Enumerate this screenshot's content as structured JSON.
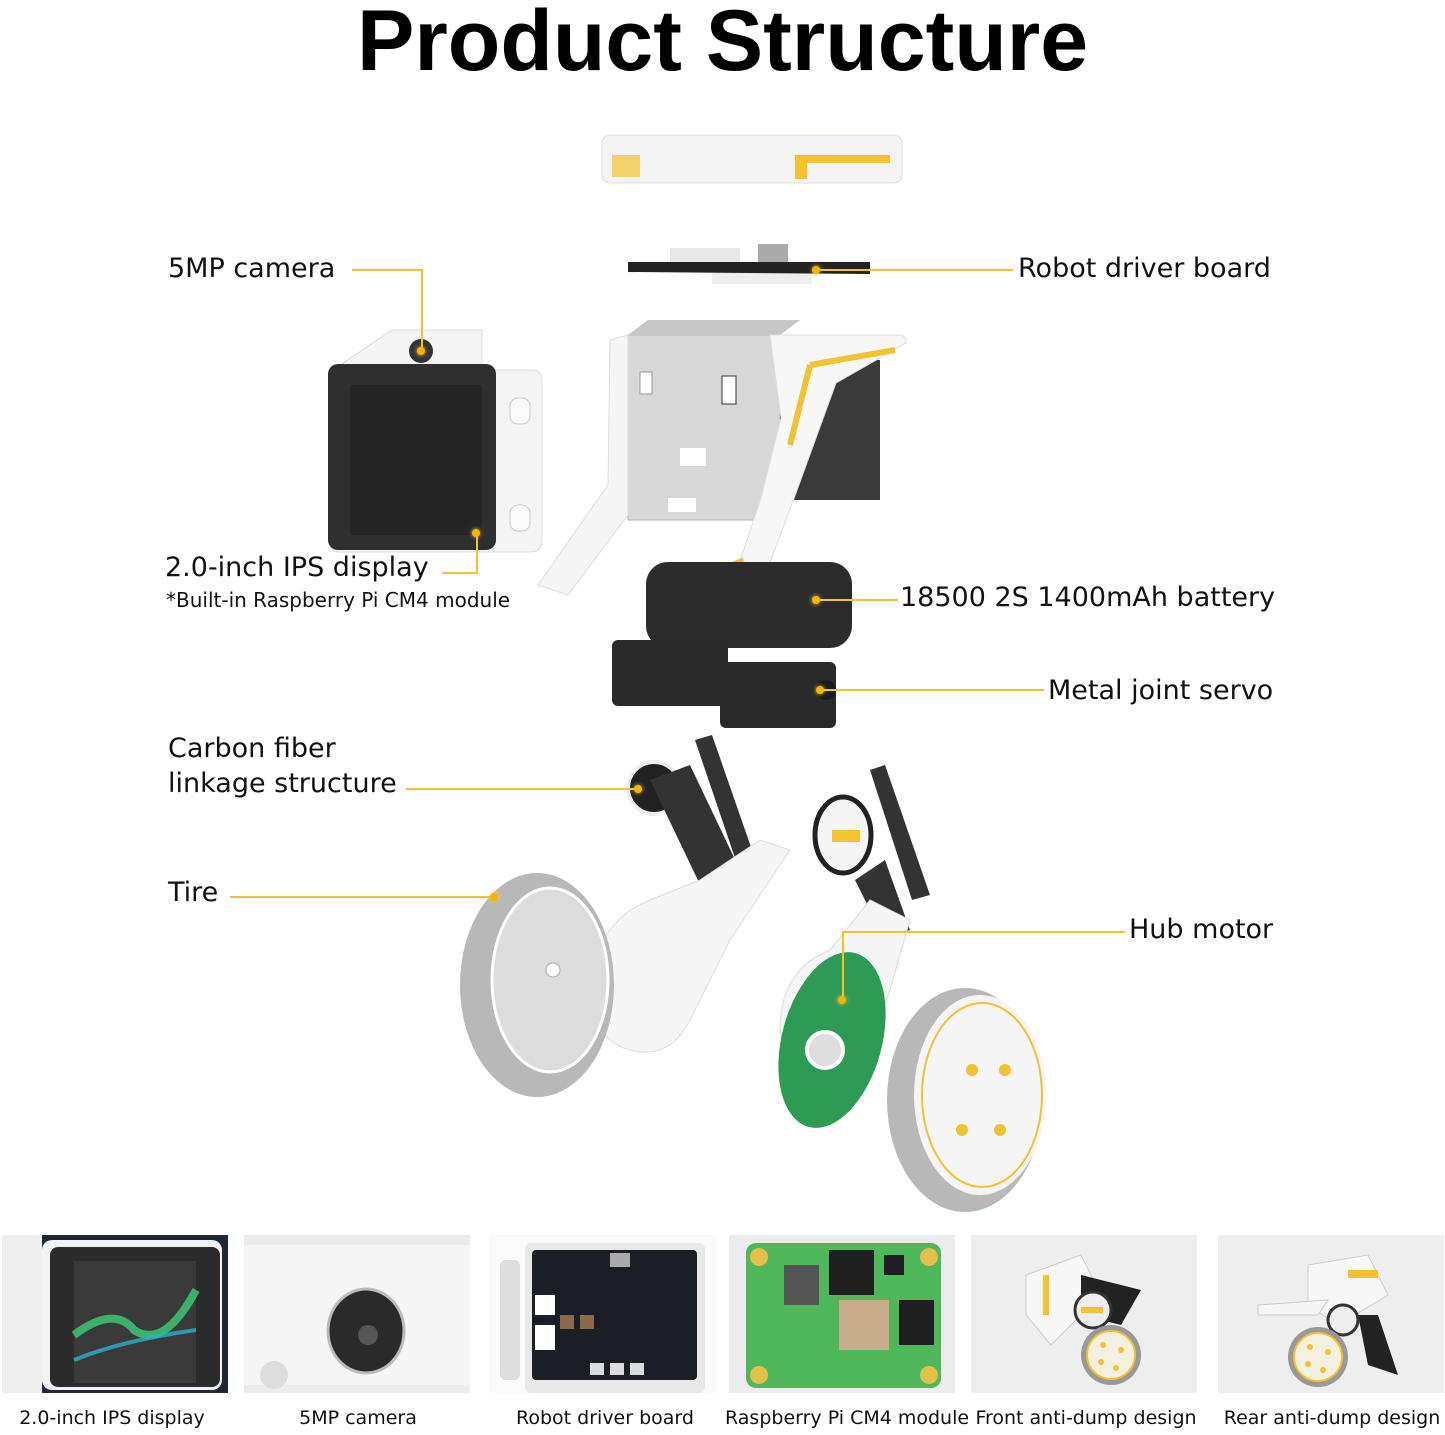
{
  "title": "Product Structure",
  "callouts": {
    "camera": "5MP camera",
    "display": "2.0-inch IPS display",
    "display_note": "*Built-in Raspberry Pi CM4 module",
    "driver_board": "Robot driver board",
    "battery": "18500 2S 1400mAh battery",
    "servo": "Metal joint servo",
    "linkage_line1": "Carbon fiber",
    "linkage_line2": "linkage structure",
    "tire": "Tire",
    "hub_motor": "Hub motor"
  },
  "thumbnails": [
    {
      "caption": "2.0-inch IPS display",
      "icon": "ips-display-photo"
    },
    {
      "caption": "5MP camera",
      "icon": "camera-photo"
    },
    {
      "caption": "Robot driver board",
      "icon": "driver-board-photo"
    },
    {
      "caption": "Raspberry Pi CM4 module",
      "icon": "cm4-module-photo"
    },
    {
      "caption": "Front anti-dump design",
      "icon": "front-anti-dump-photo"
    },
    {
      "caption": "Rear anti-dump design",
      "icon": "rear-anti-dump-photo"
    }
  ],
  "colors": {
    "accent": "#f2c230",
    "pcb_green": "#2e9b55",
    "body_white": "#f2f2f2",
    "dark": "#2b2b2b",
    "tire_gray": "#b3b3b3"
  }
}
